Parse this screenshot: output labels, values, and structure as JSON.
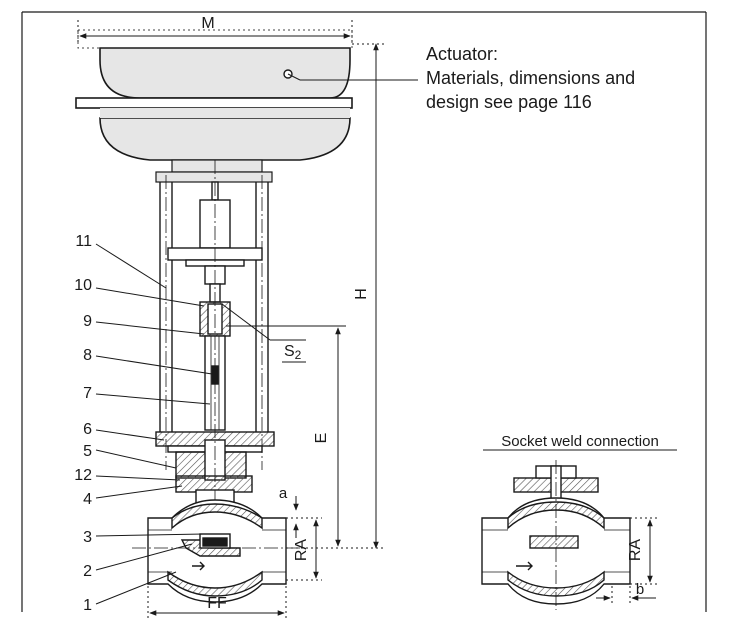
{
  "dimensions": {
    "width": "M",
    "height": "H",
    "stem_length": "E",
    "face_to_face": "FF",
    "connection_height": "RA",
    "offset_a": "a",
    "offset_b": "b",
    "spanner": "S",
    "spanner_sub": "2"
  },
  "actuator_note": {
    "line1": "Actuator:",
    "line2": "Materials, dimensions and",
    "line3": "design see page 116"
  },
  "part_numbers": [
    "11",
    "10",
    "9",
    "8",
    "7",
    "6",
    "5",
    "12",
    "4",
    "3",
    "2",
    "1"
  ],
  "socket_weld": {
    "title": "Socket weld connection",
    "ra_label": "RA",
    "b_label": "b"
  },
  "colors": {
    "ink": "#1a1a1a",
    "actuator_fill": "#e6e6e6",
    "hatch": "#555555"
  }
}
